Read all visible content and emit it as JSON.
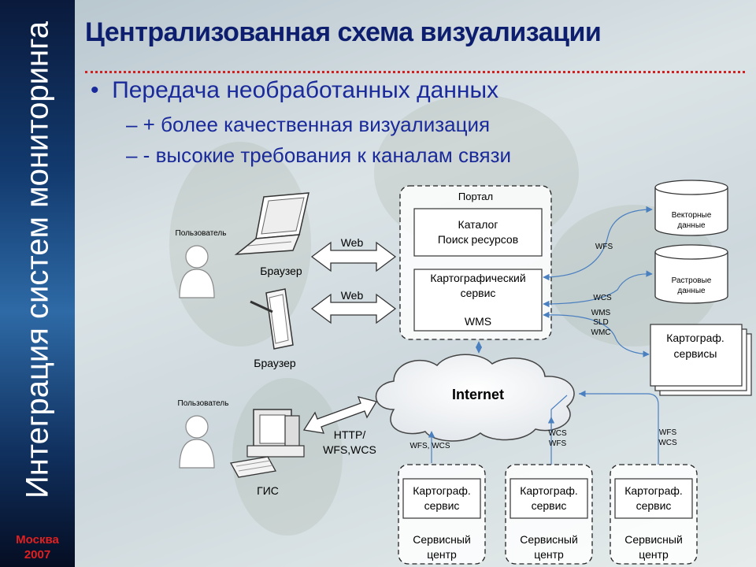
{
  "sidebar": {
    "title": "Интеграция систем мониторинга",
    "city": "Москва",
    "year": "2007"
  },
  "slide": {
    "title": "Централизованная схема визуализации",
    "bullet": "•",
    "bullet_text": "Передача необработанных данных",
    "sub_bullets": [
      "– + более качественная визуализация",
      "– - высокие требования к каналам связи"
    ]
  },
  "diagram": {
    "portal_label": "Портал",
    "catalog": [
      "Каталог",
      "Поиск ресурсов"
    ],
    "map_service": [
      "Картографический",
      "сервис"
    ],
    "wms": "WMS",
    "user_label_1": "Пользователь",
    "user_label_2": "Пользователь",
    "browser_1": "Браузер",
    "browser_2": "Браузер",
    "gis": "ГИС",
    "web_1": "Web",
    "web_2": "Web",
    "http": [
      "HTTP/",
      "WFS,WCS"
    ],
    "internet": "Internet",
    "vector_data": [
      "Векторные",
      "данные"
    ],
    "raster_data": [
      "Растровые",
      "данные"
    ],
    "carto_services": [
      "Картограф.",
      "сервисы"
    ],
    "wfs_top": "WFS",
    "wcs_mid": "WCS",
    "wms_sld_wmc": [
      "WMS",
      "SLD",
      "WMC"
    ],
    "proto_left": "WFS, WCS",
    "proto_mid": [
      "WCS",
      "WFS"
    ],
    "proto_right": [
      "WFS",
      "WCS"
    ],
    "service_centers": [
      {
        "service": [
          "Картограф.",
          "сервис"
        ],
        "center": [
          "Сервисный",
          "центр"
        ]
      },
      {
        "service": [
          "Картограф.",
          "сервис"
        ],
        "center": [
          "Сервисный",
          "центр"
        ]
      },
      {
        "service": [
          "Картограф.",
          "сервис"
        ],
        "center": [
          "Сервисный",
          "центр"
        ]
      }
    ]
  },
  "colors": {
    "title": "#0d1e6e",
    "bullets": "#1a2a9a",
    "city": "#e02020",
    "arrow": "#4a7fc0"
  }
}
